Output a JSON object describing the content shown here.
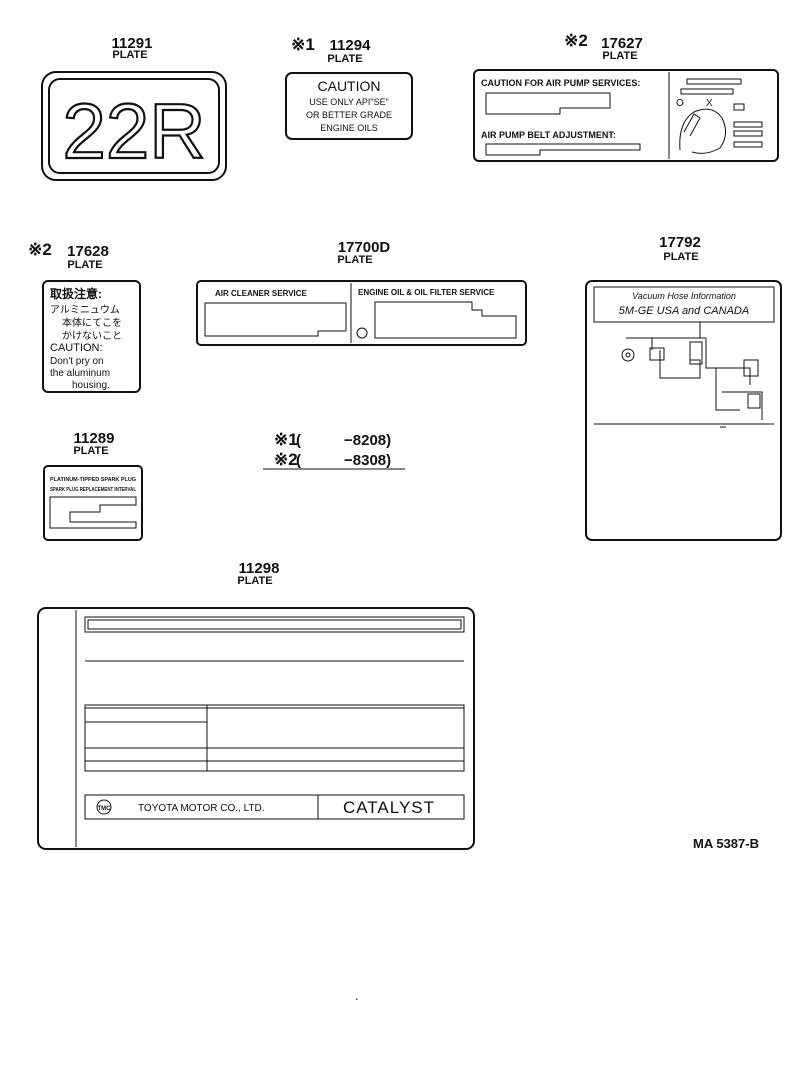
{
  "parts": {
    "p11291": {
      "number": "11291",
      "plate": "PLATE",
      "label": "22R"
    },
    "p11294": {
      "mark": "※1",
      "number": "11294",
      "plate": "PLATE",
      "lines": [
        "CAUTION",
        "USE ONLY API\"SE\"",
        "OR BETTER GRADE",
        "ENGINE OILS"
      ]
    },
    "p17627": {
      "mark": "※2",
      "number": "17627",
      "plate": "PLATE",
      "line1": "CAUTION FOR AIR PUMP SERVICES:",
      "line2": "AIR PUMP BELT ADJUSTMENT:",
      "o": "O",
      "x": "X"
    },
    "p17628": {
      "mark": "※2",
      "number": "17628",
      "plate": "PLATE",
      "lines": [
        "取扱注意:",
        "アルミニュウム",
        "本体にてこを",
        "かけないこと",
        "CAUTION:",
        "Don't pry on",
        "the aluminum",
        "housing."
      ]
    },
    "p17700D": {
      "number": "17700D",
      "plate": "PLATE",
      "left": "AIR CLEANER SERVICE",
      "right": "ENGINE OIL & OIL FILTER SERVICE"
    },
    "p17792": {
      "number": "17792",
      "plate": "PLATE",
      "line1": "Vacuum Hose Information",
      "line2": "5M-GE USA and CANADA"
    },
    "p11289": {
      "number": "11289",
      "plate": "PLATE",
      "line1": "PLATINUM-TIPPED SPARK PLUG",
      "line2": "SPARK PLUG REPLACEMENT INTERVAL"
    },
    "notes": {
      "n1_mark": "※1",
      "n1_open": "(",
      "n1_text": "−8208)",
      "n2_mark": "※2",
      "n2_open": "(",
      "n2_text": "−8308)"
    },
    "p11298": {
      "number": "11298",
      "plate": "PLATE",
      "company": "TOYOTA MOTOR CO., LTD.",
      "catalyst": "CATALYST",
      "logo": "TMC"
    },
    "ref": "MA 5387-B",
    "dot": "."
  }
}
